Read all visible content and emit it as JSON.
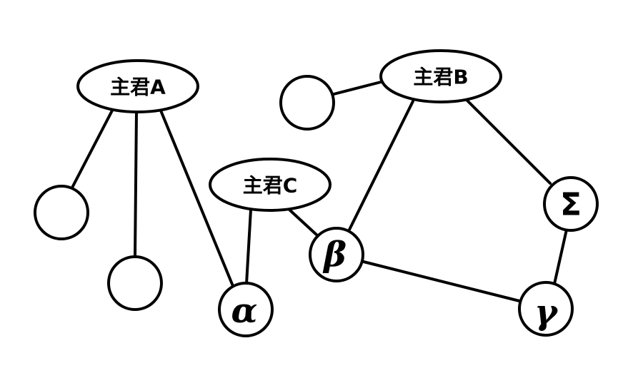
{
  "colors": {
    "background": "#ffffff",
    "stroke": "#000000",
    "text": "#000000"
  },
  "nodes": {
    "lord_a": {
      "label": "主君A",
      "shape": "ellipse"
    },
    "lord_b": {
      "label": "主君B",
      "shape": "ellipse"
    },
    "lord_c": {
      "label": "主君C",
      "shape": "ellipse"
    },
    "alpha": {
      "label": "α",
      "shape": "circle"
    },
    "beta": {
      "label": "β",
      "shape": "circle"
    },
    "gamma": {
      "label": "γ",
      "shape": "circle"
    },
    "sigma": {
      "label": "Σ",
      "shape": "circle"
    },
    "blank_1": {
      "label": "",
      "shape": "circle"
    },
    "blank_2": {
      "label": "",
      "shape": "circle"
    },
    "blank_3": {
      "label": "",
      "shape": "circle"
    }
  },
  "edges": [
    {
      "from": "lord_a",
      "to": "blank_1"
    },
    {
      "from": "lord_a",
      "to": "blank_2"
    },
    {
      "from": "lord_a",
      "to": "alpha"
    },
    {
      "from": "lord_c",
      "to": "alpha"
    },
    {
      "from": "lord_c",
      "to": "beta"
    },
    {
      "from": "lord_b",
      "to": "blank_3"
    },
    {
      "from": "lord_b",
      "to": "beta"
    },
    {
      "from": "lord_b",
      "to": "sigma"
    },
    {
      "from": "beta",
      "to": "gamma"
    },
    {
      "from": "sigma",
      "to": "gamma"
    }
  ]
}
